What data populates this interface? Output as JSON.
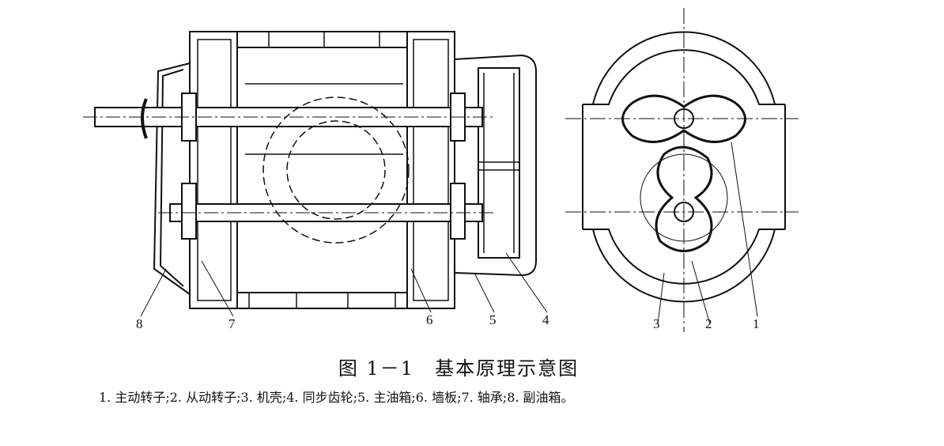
{
  "figure": {
    "title": "图 1－1　基本原理示意图",
    "legend": "1. 主动转子;2. 从动转子;3. 机壳;4. 同步齿轮;5. 主油箱;6. 墙板;7. 轴承;8. 副油箱。",
    "side_view_labels": [
      "8",
      "7",
      "6",
      "5",
      "4"
    ],
    "end_view_labels": [
      "3",
      "2",
      "1"
    ]
  }
}
